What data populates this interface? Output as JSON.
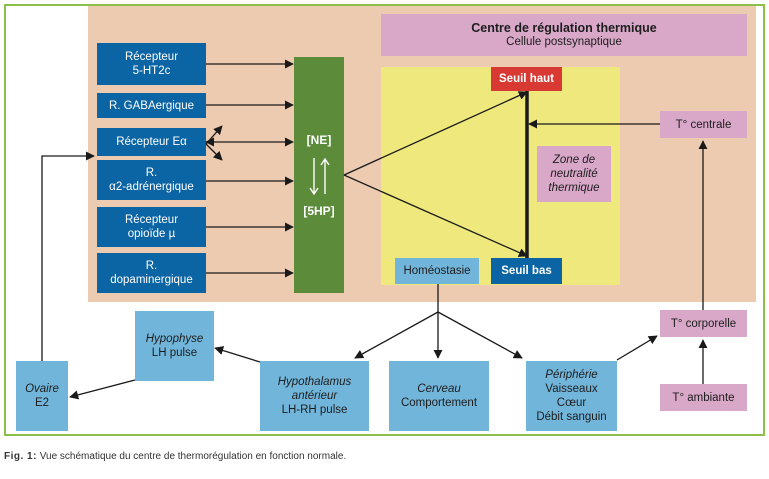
{
  "centre": {
    "title": "Centre de régulation thermique",
    "subtitle": "Cellule postsynaptique"
  },
  "receptors": [
    {
      "line1": "Récepteur",
      "line2": "5-HT2c"
    },
    {
      "line1": "R. GABAergique",
      "line2": ""
    },
    {
      "line1": "Récepteur Eα",
      "line2": ""
    },
    {
      "line1": "R.",
      "line2": "α2-adrénergique"
    },
    {
      "line1": "Récepteur",
      "line2": "opioïde µ"
    },
    {
      "line1": "R.",
      "line2": "dopaminergique"
    }
  ],
  "neuro": {
    "top": "[NE]",
    "bottom": "[5HP]"
  },
  "thresholds": {
    "high": "Seuil haut",
    "low": "Seuil bas",
    "zone": "Zone de neutralité thermique",
    "homeostasis": "Homéostasie"
  },
  "temps": {
    "central": "T° centrale",
    "body": "T° corporelle",
    "ambient": "T° ambiante"
  },
  "effectors": {
    "hypophyse": {
      "title": "Hypophyse",
      "sub": "LH pulse"
    },
    "hypothalamus": {
      "title": "Hypothalamus antérieur",
      "sub": "LH-RH pulse"
    },
    "cerveau": {
      "title": "Cerveau",
      "sub": "Comportement"
    },
    "peripherie": {
      "title": "Périphérie",
      "sub1": "Vaisseaux",
      "sub2": "Cœur",
      "sub3": "Débit sanguin"
    },
    "ovaire": {
      "title": "Ovaire",
      "sub": "E2"
    }
  },
  "caption": {
    "label": "Fig. 1:",
    "text": " Vue schématique du centre de thermorégulation en fonction normale."
  }
}
